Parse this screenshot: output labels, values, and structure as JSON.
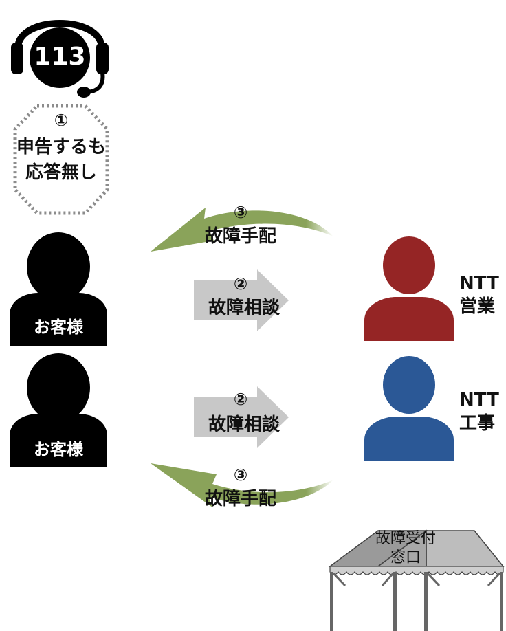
{
  "headset": {
    "number": "113"
  },
  "report": {
    "step": "①",
    "line1": "申告するも",
    "line2": "応答無し"
  },
  "flows": [
    {
      "step": "③",
      "label": "故障手配"
    },
    {
      "step": "②",
      "label": "故障相談"
    },
    {
      "step": "②",
      "label": "故障相談"
    },
    {
      "step": "③",
      "label": "故障手配"
    }
  ],
  "customers": [
    {
      "label": "お客様"
    },
    {
      "label": "お客様"
    }
  ],
  "staff": [
    {
      "line1": "NTT",
      "line2": "営業",
      "color": "#952525"
    },
    {
      "line1": "NTT",
      "line2": "工事",
      "color": "#2b5896"
    }
  ],
  "tent": {
    "line1": "故障受付",
    "line2": "窓口"
  },
  "colors": {
    "arrow_green": "#8aa35a",
    "arrow_gray": "#c8c8c8",
    "dotted": "#8c8c8c"
  }
}
